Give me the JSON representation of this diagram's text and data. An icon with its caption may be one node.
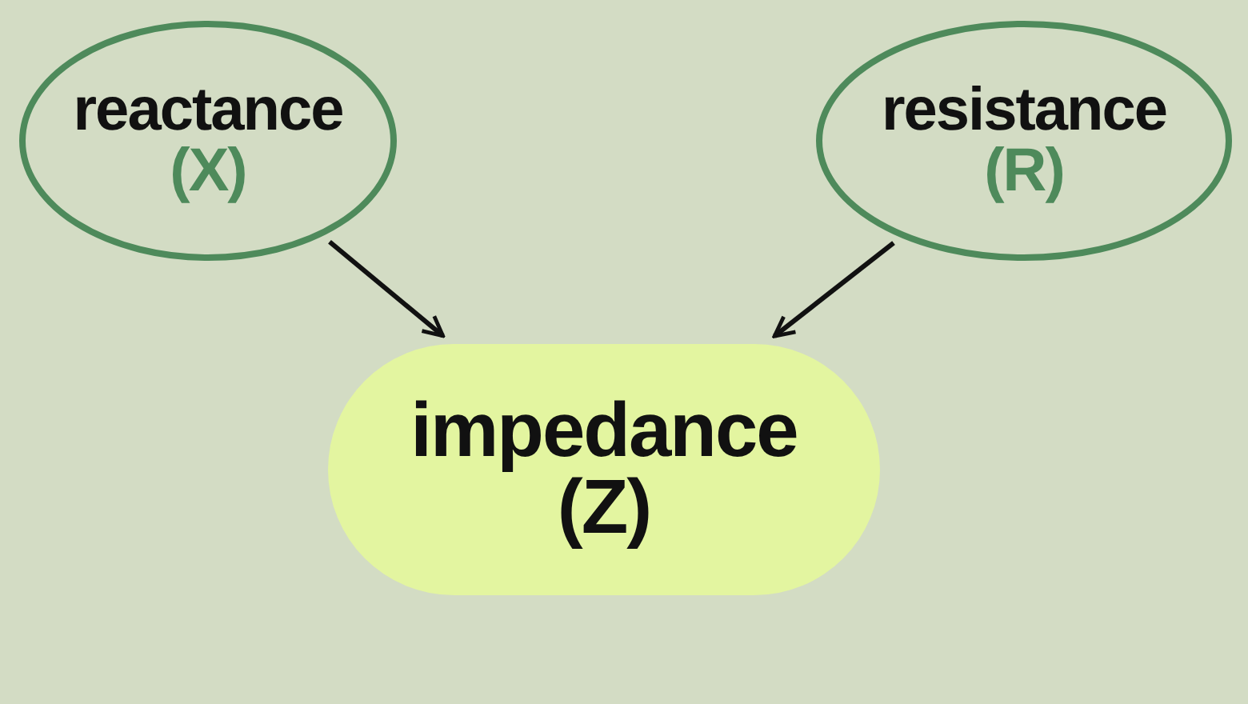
{
  "diagram": {
    "nodes": [
      {
        "text": [
          "reactance",
          "(X)"
        ]
      },
      {
        "text": [
          "resistance",
          "(R)"
        ]
      },
      {
        "text": [
          "impedance",
          "(Z)"
        ]
      }
    ],
    "edges": [
      {
        "from": 0,
        "to": 2,
        "arrow": "to"
      },
      {
        "from": 1,
        "to": 2,
        "arrow": "to"
      }
    ]
  }
}
